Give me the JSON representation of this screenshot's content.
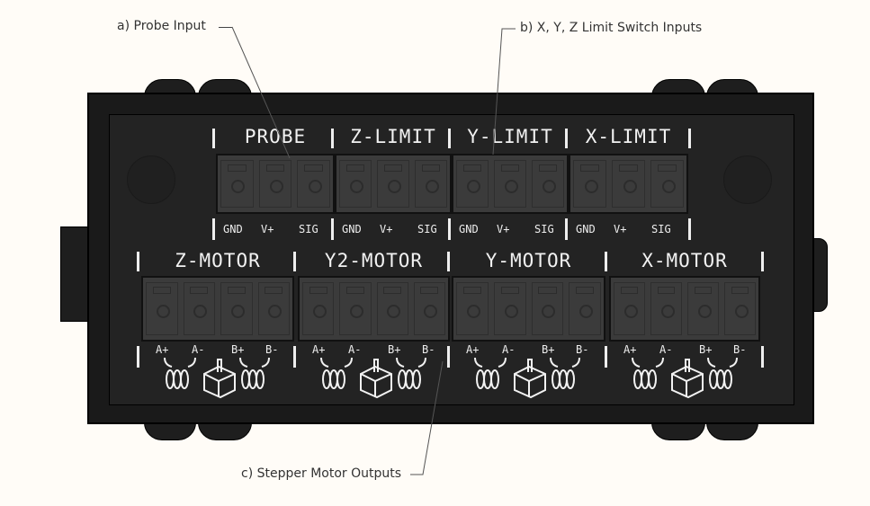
{
  "callouts": {
    "a": "a) Probe Input",
    "b": "b) X, Y, Z Limit Switch Inputs",
    "c": "c) Stepper Motor Outputs"
  },
  "limit_connectors": [
    {
      "label": "PROBE",
      "pins": [
        "GND",
        "V+",
        "SIG"
      ]
    },
    {
      "label": "Z-LIMIT",
      "pins": [
        "GND",
        "V+",
        "SIG"
      ]
    },
    {
      "label": "Y-LIMIT",
      "pins": [
        "GND",
        "V+",
        "SIG"
      ]
    },
    {
      "label": "X-LIMIT",
      "pins": [
        "GND",
        "V+",
        "SIG"
      ]
    }
  ],
  "motor_connectors": [
    {
      "label": "Z-MOTOR",
      "pins": [
        "A+",
        "A-",
        "B+",
        "B-"
      ]
    },
    {
      "label": "Y2-MOTOR",
      "pins": [
        "A+",
        "A-",
        "B+",
        "B-"
      ]
    },
    {
      "label": "Y-MOTOR",
      "pins": [
        "A+",
        "A-",
        "B+",
        "B-"
      ]
    },
    {
      "label": "X-MOTOR",
      "pins": [
        "A+",
        "A-",
        "B+",
        "B-"
      ]
    }
  ]
}
